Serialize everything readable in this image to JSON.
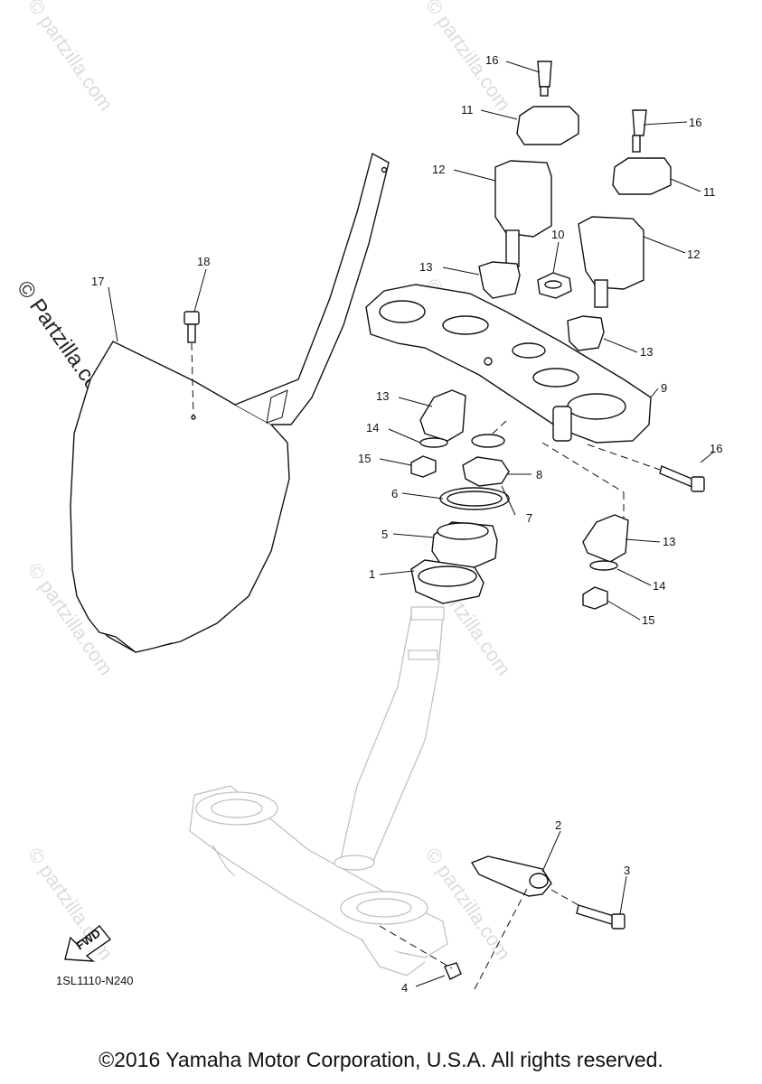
{
  "watermark": {
    "main": "© Partzilla.com",
    "tile": "© partzilla.com"
  },
  "callouts": [
    "1",
    "2",
    "3",
    "4",
    "5",
    "6",
    "7",
    "8",
    "9",
    "10",
    "11",
    "11",
    "12",
    "12",
    "13",
    "13",
    "13",
    "13",
    "14",
    "14",
    "15",
    "15",
    "16",
    "16",
    "16",
    "17",
    "18"
  ],
  "fwd_label": "FWD",
  "diagram_code": "1SL1110-N240",
  "copyright": "©2016 Yamaha Motor Corporation, U.S.A. All rights reserved."
}
